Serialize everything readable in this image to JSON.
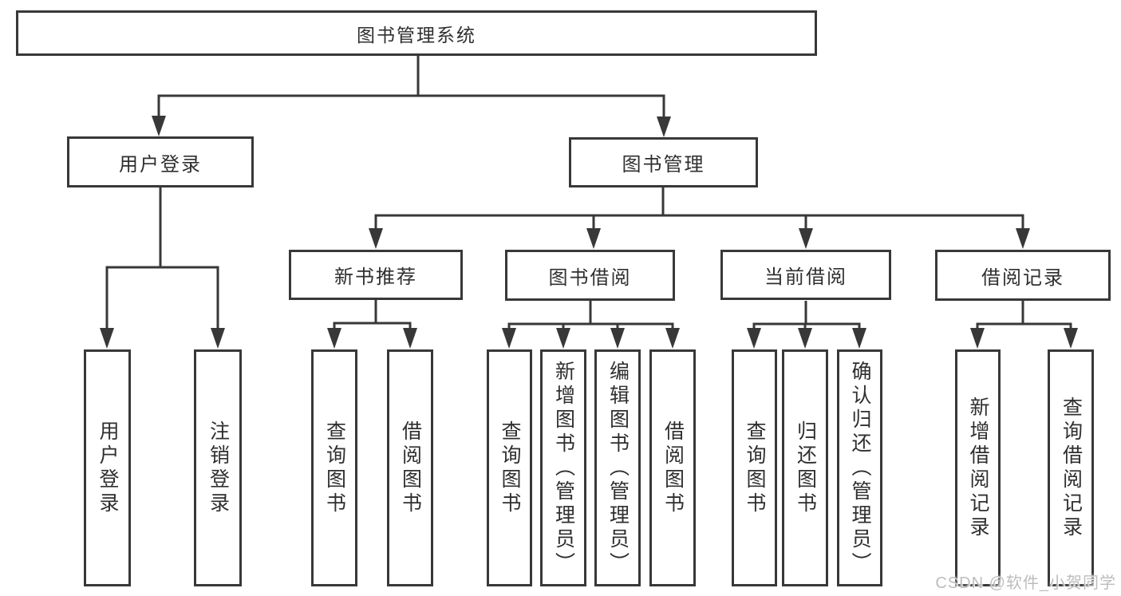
{
  "colors": {
    "line": "#383838",
    "box_border": "#383838",
    "text": "#2f2f2f",
    "watermark": "#bdbdbd",
    "background": "#ffffff"
  },
  "watermark": {
    "text": "CSDN @软件_小贺同学"
  },
  "tree": {
    "root": {
      "label": "图书管理系统"
    },
    "branches": [
      {
        "label": "用户登录",
        "children": [
          {
            "label": "用户登录"
          },
          {
            "label": "注销登录"
          }
        ]
      },
      {
        "label": "图书管理",
        "sections": [
          {
            "label": "新书推荐",
            "children": [
              {
                "label": "查询图书"
              },
              {
                "label": "借阅图书"
              }
            ]
          },
          {
            "label": "图书借阅",
            "children": [
              {
                "label": "查询图书"
              },
              {
                "label": "新增图书（管理员）"
              },
              {
                "label": "编辑图书（管理员）"
              },
              {
                "label": "借阅图书"
              }
            ]
          },
          {
            "label": "当前借阅",
            "children": [
              {
                "label": "查询图书"
              },
              {
                "label": "归还图书"
              },
              {
                "label": "确认归还（管理员）"
              }
            ]
          },
          {
            "label": "借阅记录",
            "children": [
              {
                "label": "新增借阅记录"
              },
              {
                "label": "查询借阅记录"
              }
            ]
          }
        ]
      }
    ]
  }
}
